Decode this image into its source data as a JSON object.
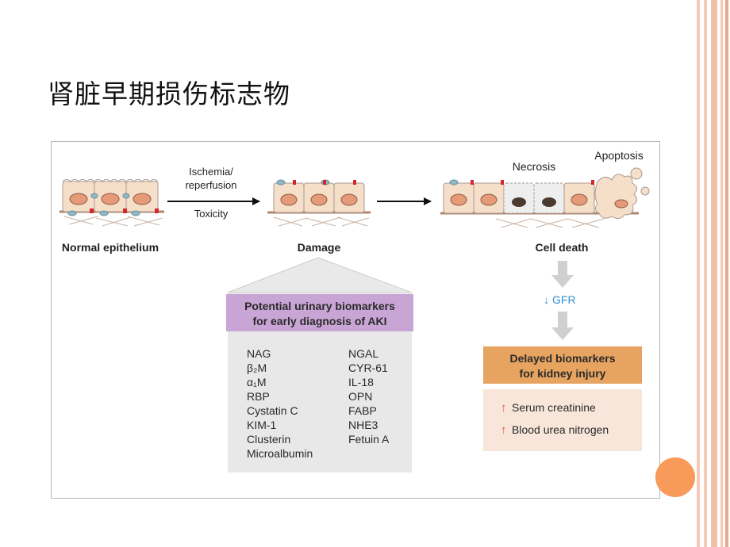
{
  "slide": {
    "title": "肾脏早期损伤标志物"
  },
  "colors": {
    "stripe_pink": "#f6c9b6",
    "stripe_dark": "#e9a98f",
    "accent_orange": "#f79a5a",
    "purple_header": "#c9a5d6",
    "grey_panel": "#e8e8e8",
    "orange_header": "#e7a460",
    "peach_panel": "#f7e6d9",
    "cell_fill": "#f6dfc9",
    "nucleus": "#e69a78",
    "gfr_blue": "#2f8fd3",
    "up_arrow_red": "#e0583a"
  },
  "diagram": {
    "stage_labels": {
      "normal": "Normal epithelium",
      "damage": "Damage",
      "cell_death": "Cell death"
    },
    "arrow1_labels": {
      "line1": "Ischemia/",
      "line2": "reperfusion",
      "line3": "Toxicity"
    },
    "death_labels": {
      "necrosis": "Necrosis",
      "apoptosis": "Apoptosis"
    },
    "gfr": {
      "arrow": "↓",
      "label": "GFR"
    },
    "early_box": {
      "header_line1": "Potential urinary biomarkers",
      "header_line2": "for early diagnosis of AKI",
      "col1": [
        "NAG",
        "β₂M",
        "α₁M",
        "RBP",
        "Cystatin C",
        "KIM-1",
        "Clusterin",
        "Microalbumin"
      ],
      "col2": [
        "NGAL",
        "CYR-61",
        "IL-18",
        "OPN",
        "FABP",
        "NHE3",
        "Fetuin A"
      ]
    },
    "delayed_box": {
      "header_line1": "Delayed biomarkers",
      "header_line2": "for kidney injury",
      "items": [
        {
          "arrow": "↑",
          "label": "Serum creatinine"
        },
        {
          "arrow": "↑",
          "label": "Blood urea nitrogen"
        }
      ]
    }
  }
}
